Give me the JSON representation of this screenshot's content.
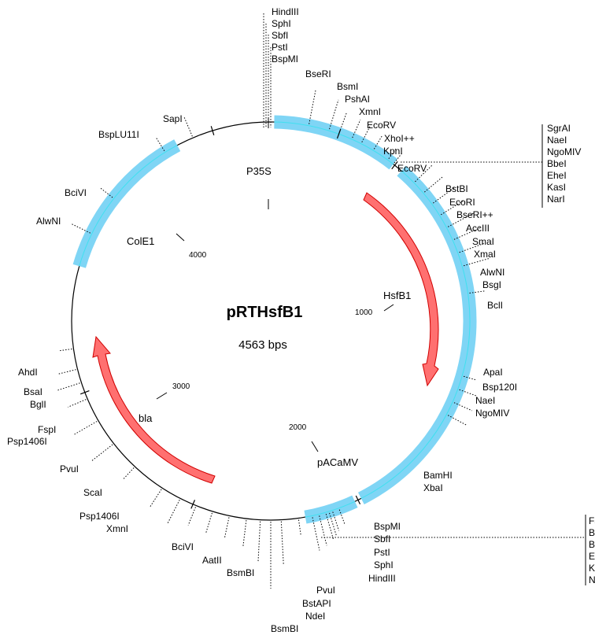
{
  "plasmid": {
    "name": "pRTHsfB1",
    "size_label": "4563 bps"
  },
  "features": {
    "p35s": "P35S",
    "hsfb1": "HsfB1",
    "cole1": "ColE1",
    "pacamv": "pACaMV",
    "bla": "bla"
  },
  "ticks": {
    "t1000": "1000",
    "t2000": "2000",
    "t3000": "3000",
    "t4000": "4000"
  },
  "sites": {
    "top": [
      "HindIII",
      "SphI",
      "SbfI",
      "PstI",
      "BspMI",
      "BseRI",
      "BsmI",
      "PshAI",
      "XmnI",
      "EcoRV",
      "XhoI++",
      "KpnI"
    ],
    "right_group": [
      "SgrAI",
      "NaeI",
      "NgoMIV",
      "BbeI",
      "EheI",
      "KasI",
      "NarI"
    ],
    "right": [
      "EcoRV",
      "BstBI",
      "EcoRI",
      "BseRI++",
      "AccIII",
      "SmaI",
      "XmaI",
      "AlwNI",
      "BsgI",
      "BclI",
      "ApaI",
      "Bsp120I",
      "NaeI",
      "NgoMIV",
      "BamHI",
      "XbaI"
    ],
    "lower_right": [
      "BspMI",
      "SbfI",
      "PstI",
      "SphI",
      "HindIII"
    ],
    "bottom_group": [
      "FspI",
      "BglI",
      "BbeI",
      "EheI",
      "KasI",
      "NarI"
    ],
    "bottom": [
      "PvuI",
      "BstAPI",
      "NdeI",
      "BsmBI",
      "BsmBI",
      "AatII",
      "BciVI",
      "XmnI",
      "Psp1406I"
    ],
    "left": [
      "ScaI",
      "PvuI",
      "Psp1406I",
      "FspI",
      "BglI",
      "BsaI",
      "AhdI",
      "AlwNI",
      "BciVI",
      "BspLU11I",
      "SapI"
    ]
  }
}
